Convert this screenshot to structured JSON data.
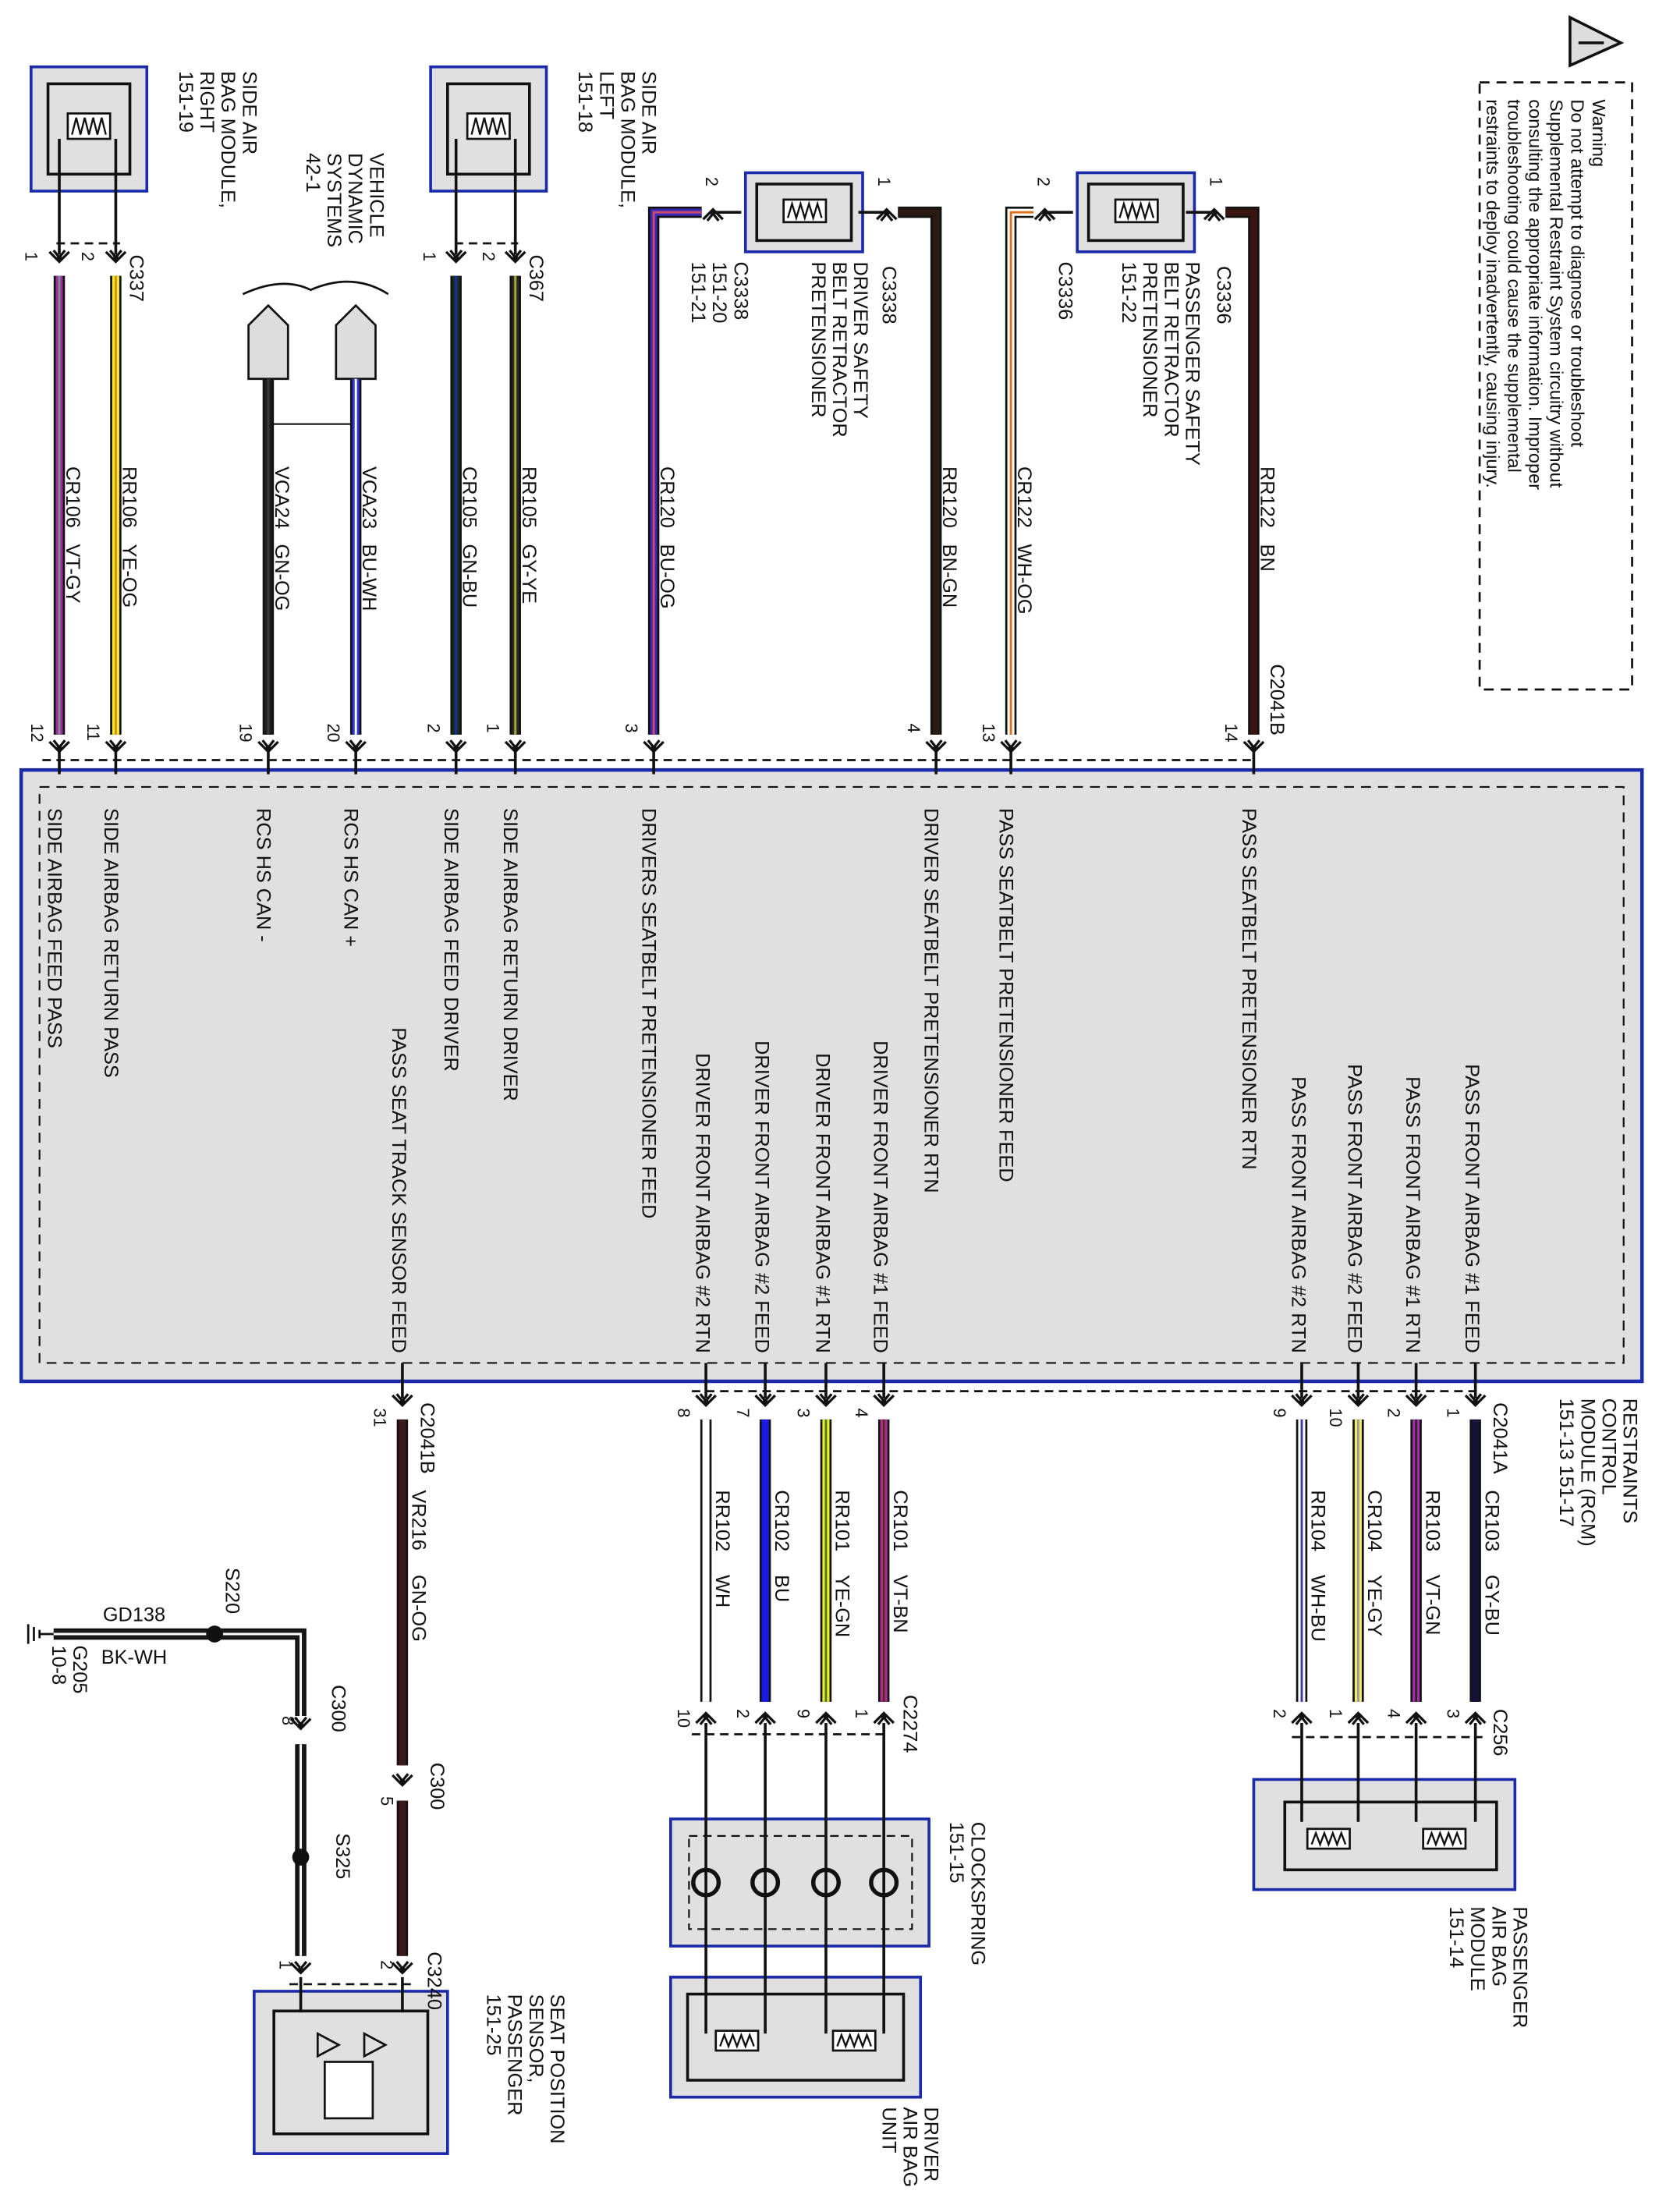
{
  "warning": {
    "icon": "warning-triangle-icon",
    "lines": [
      "Warning",
      "Do not attempt to diagnose or troubleshoot",
      "Supplemental Restraint System circuitry without",
      "consulting the appropriate information. Improper",
      "troubleshooting could cause the supplemental",
      "restraints to deploy inadvertently, causing injury."
    ]
  },
  "rcm": {
    "label_lines": [
      "RESTRAINTS",
      "CONTROL",
      "MODULE (RCM)",
      "151-13    151-17"
    ],
    "connector_top": "C2041B",
    "connector_bottom_left": "C2041B",
    "connector_bottom_right": "C2041A",
    "border_color": "#1a2aa8",
    "fill_color": "#e0e0e0"
  },
  "components": {
    "side_airbag_right": {
      "lines": [
        "SIDE AIR",
        "BAG MODULE,",
        "RIGHT",
        "151-19"
      ],
      "connector": "C337",
      "pins": [
        "1",
        "2"
      ]
    },
    "vehicle_dynamic": {
      "lines": [
        "VEHICLE",
        "DYNAMIC",
        "SYSTEMS",
        "42-1"
      ]
    },
    "side_airbag_left": {
      "lines": [
        "SIDE AIR",
        "BAG MODULE,",
        "LEFT",
        "151-18"
      ],
      "connector": "C367",
      "pins": [
        "1",
        "2"
      ]
    },
    "driver_pretensioner": {
      "lines": [
        "DRIVER SAFETY",
        "BELT RETRACTOR",
        "PRETENSIONER"
      ],
      "connector": "C3338",
      "refs": [
        "C3338",
        "151-20",
        "151-21"
      ],
      "pins": [
        "2",
        "1"
      ]
    },
    "pass_pretensioner": {
      "lines": [
        "PASSENGER SAFETY",
        "BELT RETRACTOR",
        "PRETENSIONER",
        "151-22"
      ],
      "connector": "C3336",
      "refs": [
        "C3336"
      ],
      "pins": [
        "2",
        "1"
      ]
    },
    "passenger_airbag": {
      "lines": [
        "PASSENGER",
        "AIR BAG",
        "MODULE",
        "151-14"
      ],
      "connector": "C256"
    },
    "clockspring": {
      "lines": [
        "CLOCKSPRING",
        "151-15"
      ],
      "connector": "C2274"
    },
    "driver_airbag": {
      "lines": [
        "DRIVER",
        "AIR BAG",
        "UNIT"
      ]
    },
    "seat_sensor": {
      "lines": [
        "SEAT POSITION",
        "SENSOR,",
        "PASSENGER",
        "151-25"
      ],
      "connector": "C3240",
      "pins": [
        "1",
        "2"
      ]
    },
    "ground": {
      "lines": [
        "G205",
        "10-8"
      ],
      "circuit": "GD138",
      "color_code": "BK-WH",
      "splices": [
        "S220",
        "S325"
      ],
      "connector": "C300",
      "pins": [
        "8",
        "5"
      ]
    }
  },
  "top_wires": [
    {
      "circuit": "CR106",
      "color_code": "VT-GY",
      "rcm_pin": "12",
      "rcm_label": "SIDE AIRBAG FEED PASS",
      "colors": [
        "#9a2ea6",
        "#8a8a8a"
      ]
    },
    {
      "circuit": "RR106",
      "color_code": "YE-OG",
      "rcm_pin": "11",
      "rcm_label": "SIDE AIRBAG RETURN PASS",
      "colors": [
        "#f2ee2a",
        "#e08a1a"
      ]
    },
    {
      "circuit": "VCA24",
      "color_code": "GN-OG",
      "rcm_pin": "19",
      "rcm_label": "RCS HS CAN -",
      "colors": [
        "#1d1d1d",
        "#3a3a3a"
      ]
    },
    {
      "circuit": "VCA23",
      "color_code": "BU-WH",
      "rcm_pin": "20",
      "rcm_label": "RCS HS CAN +",
      "colors": [
        "#2a36d8",
        "#ffffff"
      ]
    },
    {
      "circuit": "CR105",
      "color_code": "GN-BU",
      "rcm_pin": "2",
      "rcm_label": "SIDE AIRBAG FEED DRIVER",
      "colors": [
        "#17301d",
        "#1a2aa8"
      ]
    },
    {
      "circuit": "RR105",
      "color_code": "GY-YE",
      "rcm_pin": "1",
      "rcm_label": "SIDE AIRBAG RETURN DRIVER",
      "colors": [
        "#2a2a22",
        "#a8a83a"
      ]
    },
    {
      "circuit": "CR120",
      "color_code": "BU-OG",
      "rcm_pin": "3",
      "rcm_label": "DRIVERS SEATBELT PRETENSIONER FEED",
      "colors": [
        "#3a2ab8",
        "#d04a6a"
      ]
    },
    {
      "circuit": "RR120",
      "color_code": "BN-GN",
      "rcm_pin": "4",
      "rcm_label": "DRIVER SEATBELT PRETENSIONER RTN",
      "colors": [
        "#2a1a12",
        "#2a1a12"
      ]
    },
    {
      "circuit": "CR122",
      "color_code": "WH-OG",
      "rcm_pin": "13",
      "rcm_label": "PASS SEATBELT PRETENSIONER FEED",
      "colors": [
        "#ffffff",
        "#e0701a"
      ]
    },
    {
      "circuit": "RR122",
      "color_code": "BN",
      "rcm_pin": "14",
      "rcm_label": "PASS SEATBELT PRETENSIONER RTN",
      "colors": [
        "#3a1410",
        "#3a1410"
      ]
    }
  ],
  "bottom_wires": [
    {
      "circuit": "VR216",
      "color_code": "GN-OG",
      "rcm_pin": "31",
      "far_pin": "",
      "rcm_label": "PASS SEAT TRACK SENSOR FEED",
      "colors": [
        "#3a1a1a",
        "#3a1a1a"
      ]
    },
    {
      "circuit": "RR102",
      "color_code": "WH",
      "rcm_pin": "8",
      "far_pin": "10",
      "rcm_label": "DRIVER FRONT AIRBAG #2 RTN",
      "colors": [
        "#ffffff",
        "#ffffff"
      ]
    },
    {
      "circuit": "CR102",
      "color_code": "BU",
      "rcm_pin": "7",
      "far_pin": "2",
      "rcm_label": "DRIVER FRONT AIRBAG #2 FEED",
      "colors": [
        "#1a1ae8",
        "#1a1ae8"
      ]
    },
    {
      "circuit": "RR101",
      "color_code": "YE-GN",
      "rcm_pin": "3",
      "far_pin": "9",
      "rcm_label": "DRIVER FRONT AIRBAG #1 RTN",
      "colors": [
        "#f2ee2a",
        "#4a7a2a"
      ]
    },
    {
      "circuit": "CR101",
      "color_code": "VT-BN",
      "rcm_pin": "4",
      "far_pin": "1",
      "rcm_label": "DRIVER FRONT AIRBAG #1 FEED",
      "colors": [
        "#b02a9a",
        "#5a2a1a"
      ]
    },
    {
      "circuit": "RR104",
      "color_code": "WH-BU",
      "rcm_pin": "9",
      "far_pin": "2",
      "rcm_label": "PASS FRONT AIRBAG #2 RTN",
      "colors": [
        "#ffffff",
        "#3a3ab0"
      ]
    },
    {
      "circuit": "CR104",
      "color_code": "YE-GY",
      "rcm_pin": "10",
      "far_pin": "1",
      "rcm_label": "PASS FRONT AIRBAG #2 FEED",
      "colors": [
        "#f2ee6a",
        "#9a9a9a"
      ]
    },
    {
      "circuit": "RR103",
      "color_code": "VT-GN",
      "rcm_pin": "2",
      "far_pin": "4",
      "rcm_label": "PASS FRONT AIRBAG #1 RTN",
      "colors": [
        "#a82ab0",
        "#2a2a2a"
      ]
    },
    {
      "circuit": "CR103",
      "color_code": "GY-BU",
      "rcm_pin": "1",
      "far_pin": "3",
      "rcm_label": "PASS FRONT AIRBAG #1 FEED",
      "colors": [
        "#12123a",
        "#12123a"
      ]
    }
  ]
}
